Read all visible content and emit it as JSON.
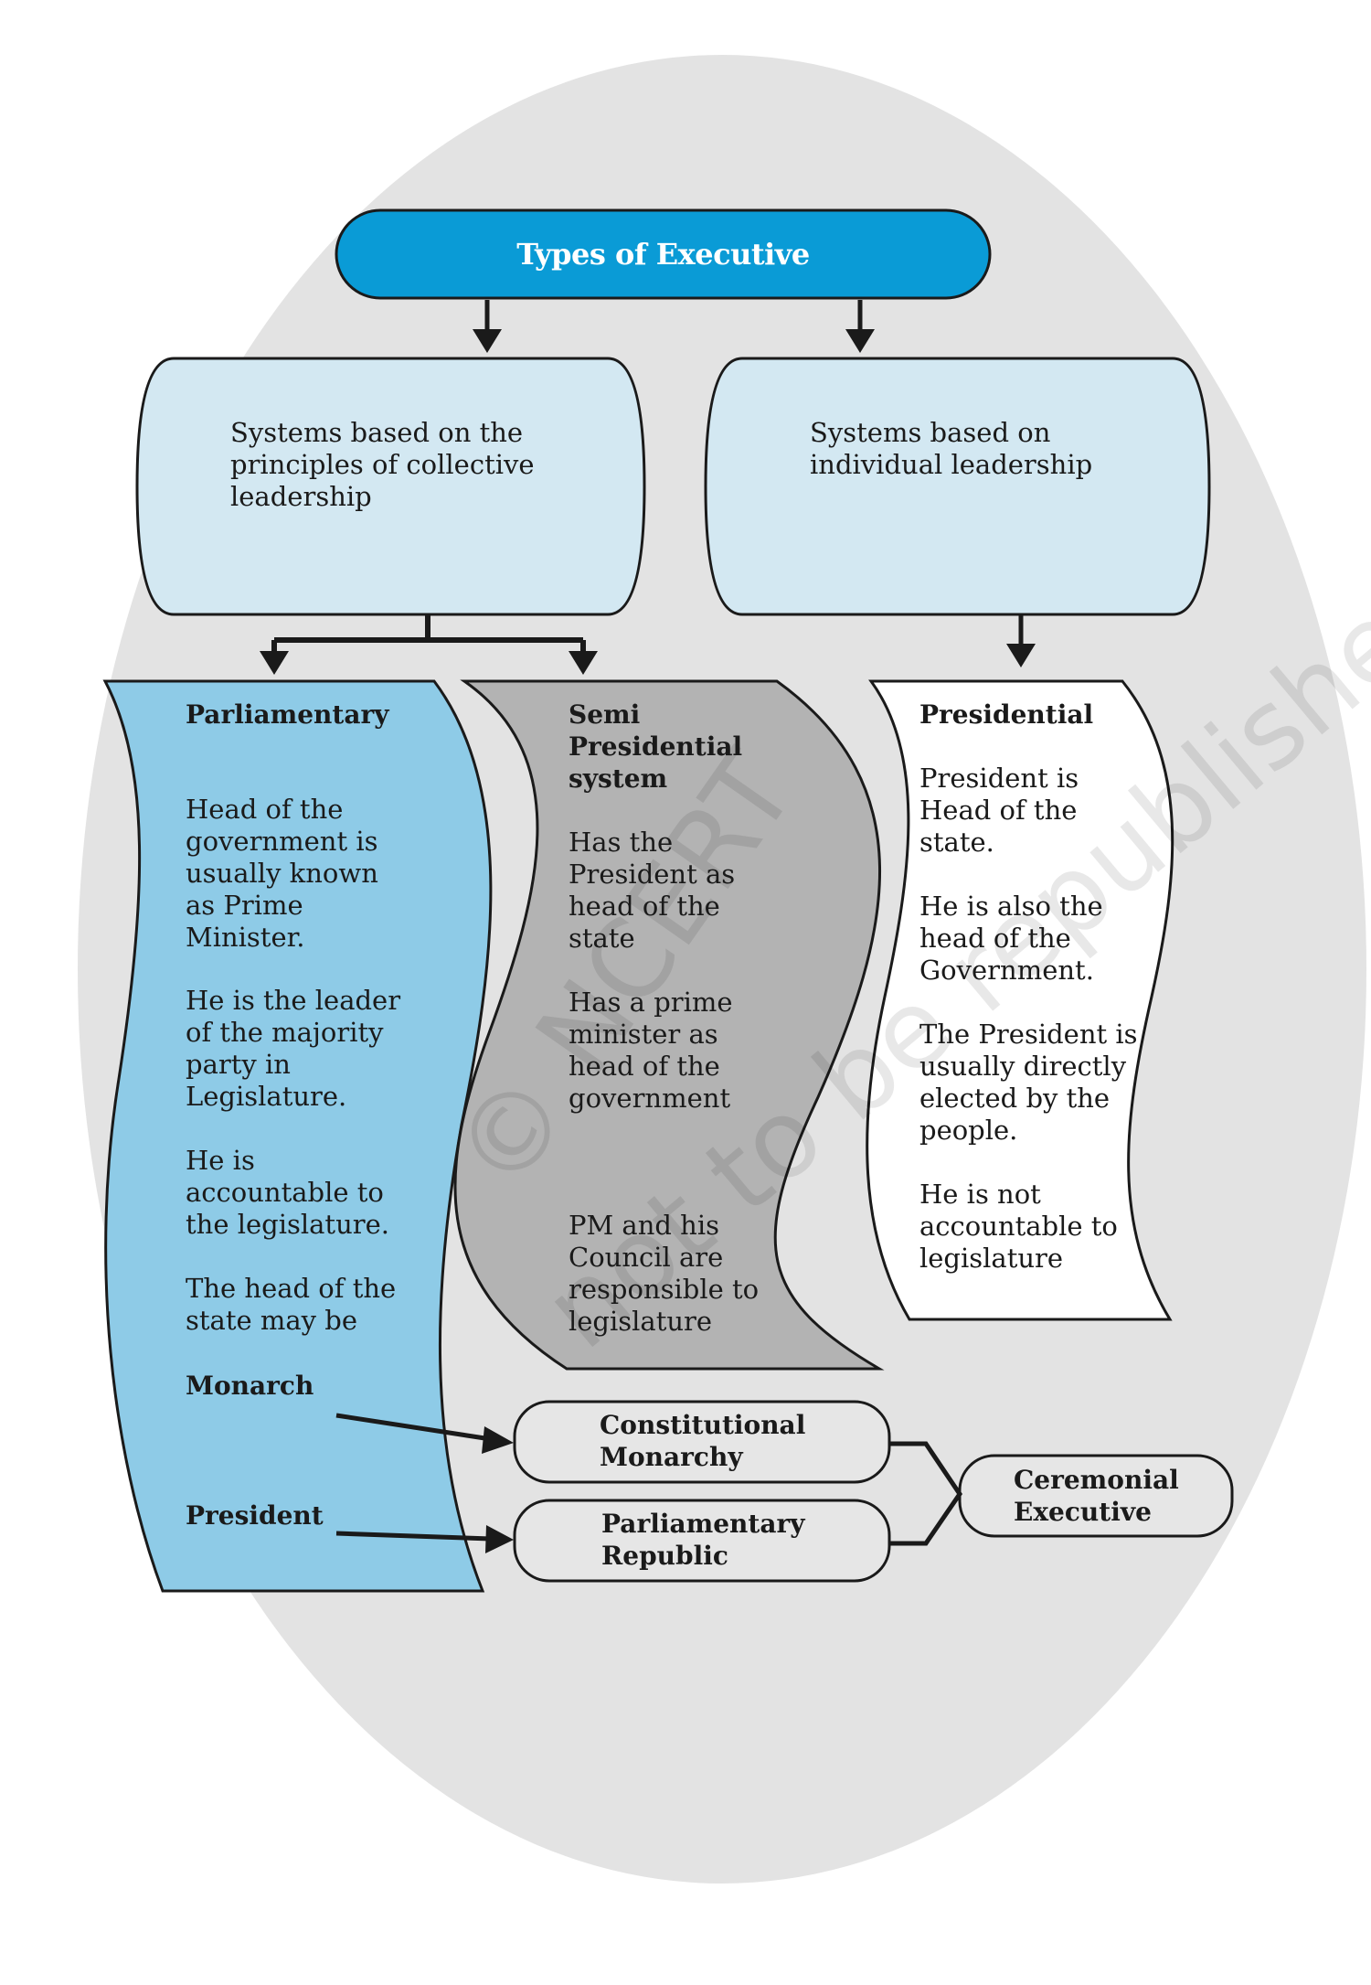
{
  "title": "Types of Executive",
  "branches": {
    "collective": "Systems based on the\nprinciples of collective\nleadership",
    "individual": "Systems based on\nindividual leadership"
  },
  "parliamentary": {
    "heading": "Parliamentary",
    "points": [
      "Head of the\ngovernment is\nusually known\nas Prime\nMinister.",
      "He is the leader\nof the majority\nparty in\nLegislature.",
      "He is\naccountable to\nthe legislature.",
      "The head of the\nstate may be"
    ],
    "monarch": "Monarch",
    "president": "President"
  },
  "semi_presidential": {
    "heading": "Semi\nPresidential\nsystem",
    "points": [
      "Has the\nPresident as\nhead of the\nstate",
      "Has a prime\nminister as\nhead of the\ngovernment",
      "PM and his\nCouncil are\nresponsible to\nlegislature"
    ]
  },
  "presidential": {
    "heading": "Presidential",
    "points": [
      "President is\nHead of the\nstate.",
      "He is also the\nhead of the\nGovernment.",
      "The President is\nusually directly\nelected by the\npeople.",
      "He is not\naccountable to\nlegislature"
    ]
  },
  "outcomes": {
    "constitutional_monarchy": "Constitutional\nMonarchy",
    "parliamentary_republic": "Parliamentary\nRepublic",
    "ceremonial_executive": "Ceremonial\nExecutive"
  },
  "watermark": "© NCERT\nnot to be republished",
  "colors": {
    "background_oval": "#e3e3e3",
    "title_fill": "#0a9bd6",
    "branch_fill": "#d3e8f2",
    "parliamentary_fill": "#8ecbe7",
    "semi_fill": "#b3b3b3",
    "presidential_fill": "#ffffff",
    "outcome_fill": "#e6e6e6",
    "stroke": "#1a1a1a"
  }
}
